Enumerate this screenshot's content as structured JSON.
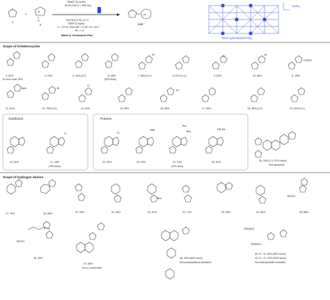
{
  "scheme": {
    "reagent_1": "1",
    "reagent_2": "2",
    "ar_label": "Ar",
    "nh_label": "N",
    "h_label": "H",
    "product": "3-40",
    "catalyst": "TBADT (5 mol%)",
    "light": "60 W LED (λ = 365 nm)",
    "solvent": "MeCN (0.2 M), Ar, rt",
    "oxidant": "TBHP (3 equiv)",
    "oxidant_note": "[a]",
    "flow": "V = 10 mL, flow rate = 0.167 mL min⁻¹",
    "residence": "tR = 1 h",
    "mode": "Batch or Continuous-Flow",
    "tbadt_label": "TBADT ([nBu4N]4[W10O32])",
    "cation": "⁺N(nBu)₄"
  },
  "sections": {
    "n_heterocycles": "Scope of N-heterocycles",
    "hydrogen_donors": "Scope of hydrogen donors",
    "xanthines": "Xanthines",
    "purines": "Purines"
  },
  "entries_row1": [
    {
      "label": "3",
      "yield": "3, 81%"
    },
    {
      "label": "4",
      "yield": "4, 94%"
    },
    {
      "label": "5",
      "yield": "5, 44% (3:2)"
    },
    {
      "label": "6",
      "yield": "6, 48%"
    },
    {
      "label": "7",
      "yield": "7, 68% (1:1)"
    },
    {
      "label": "8",
      "yield": "8, 61% (1:1)"
    },
    {
      "label": "9",
      "yield": "9, 83%"
    },
    {
      "label": "10",
      "yield": "10, 68%"
    },
    {
      "label": "11",
      "yield": "11, 80%"
    }
  ],
  "entries_row2": [
    {
      "yield": "12, 61%"
    },
    {
      "yield": "13, 76% (3:1)"
    },
    {
      "yield": "14, 42%"
    },
    {
      "yield": "15, 96%"
    },
    {
      "yield": "16, 46%"
    },
    {
      "yield": "17, 55%"
    },
    {
      "yield": "18, 46% (1:2)"
    },
    {
      "yield": "19, 42% (2:1)"
    }
  ],
  "notes": {
    "gram": "10 mmol scale: 80%",
    "n6_brsm": "(82% brsm)",
    "n21_brsm": "(78% brsm)",
    "n24_brsm": "(33% brsm)",
    "n26_source": "from stanozolol",
    "n37_source": "from (–)-ambroxide",
    "n38_source": "from podophyllotoxin derivative",
    "n39_source": "from dideoxycitidine derivative"
  },
  "xanthines": [
    {
      "yield": "20, 60%"
    },
    {
      "yield": "21, 18%"
    }
  ],
  "purines": [
    {
      "yield": "22, 42%"
    },
    {
      "yield": "23, 40%"
    },
    {
      "yield": "24, 24%"
    },
    {
      "yield": "25, 63%"
    }
  ],
  "steroid": {
    "yield": "26, 34% (1:1, 97% brsm)"
  },
  "donors_row1": [
    {
      "yield": "27, 76%"
    },
    {
      "yield": "28, 56%"
    },
    {
      "yield": "29, 96%"
    },
    {
      "yield": "30, 56%"
    },
    {
      "yield": "31, 62%"
    },
    {
      "yield": "32, 74%"
    },
    {
      "yield": "33, 95%"
    },
    {
      "yield": "34, 80%"
    },
    {
      "yield": "35, 68%"
    }
  ],
  "donors_row2": [
    {
      "yield": "36, 33%"
    },
    {
      "yield": "37, 68%"
    },
    {
      "yield": "38, 40% (56% brsm)"
    },
    {
      "yield": "39, R = H, 28% (56% brsm)"
    },
    {
      "yield": "40, R = Cl, 20% (52% brsm)"
    }
  ],
  "groups": {
    "bpin": "Bpin",
    "ph": "Ph",
    "br": "Br",
    "cl": "Cl",
    "cooet": "COOEt",
    "ome": "OMe",
    "boc": "Boc",
    "hn_bz": "HN–Bz",
    "tbdmso": "TBDMSO",
    "etooc": "EtOOC"
  },
  "colors": {
    "cluster": "#2a3fcf",
    "text": "#111111"
  }
}
